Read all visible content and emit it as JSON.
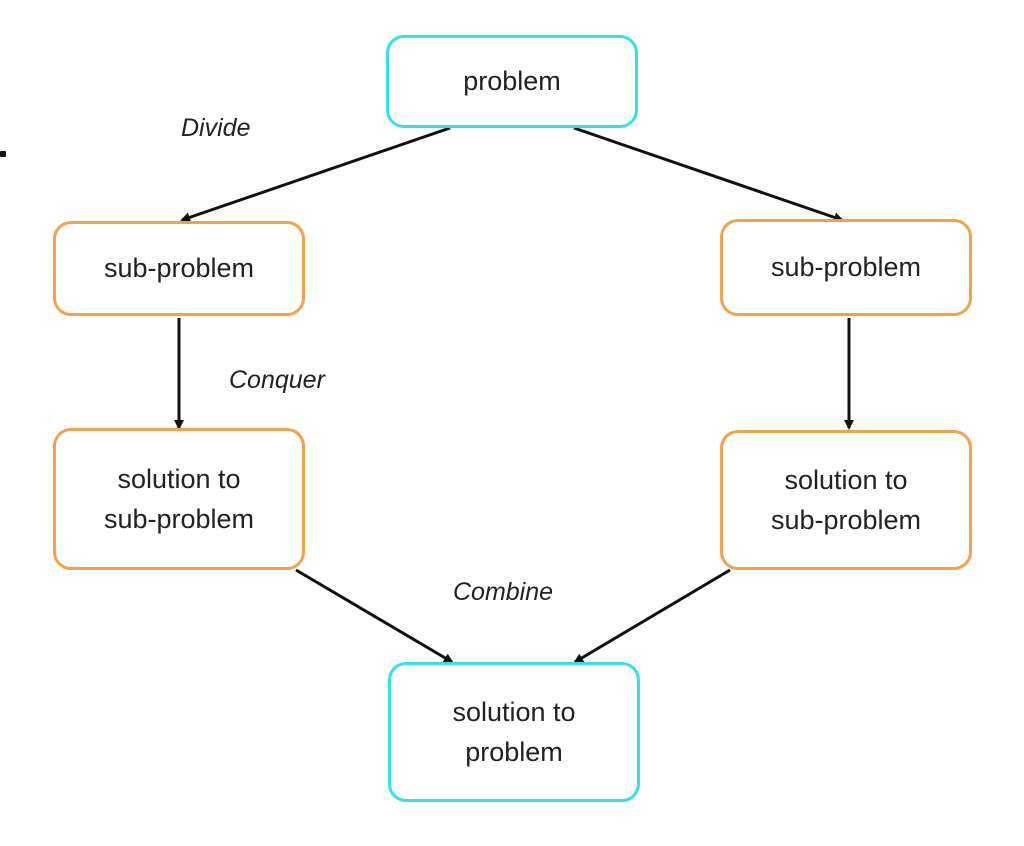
{
  "diagram": {
    "nodes": {
      "problem": "problem",
      "sub_left": "sub-problem",
      "sub_right": "sub-problem",
      "sol_left": [
        "solution to",
        "sub-problem"
      ],
      "sol_right": [
        "solution to",
        "sub-problem"
      ],
      "final": [
        "solution to",
        "problem"
      ]
    },
    "labels": {
      "divide": "Divide",
      "conquer": "Conquer",
      "combine": "Combine"
    },
    "colors": {
      "root_border": "#33e0ec",
      "sub_border": "#f5a04d",
      "arrow": "#111111"
    }
  }
}
